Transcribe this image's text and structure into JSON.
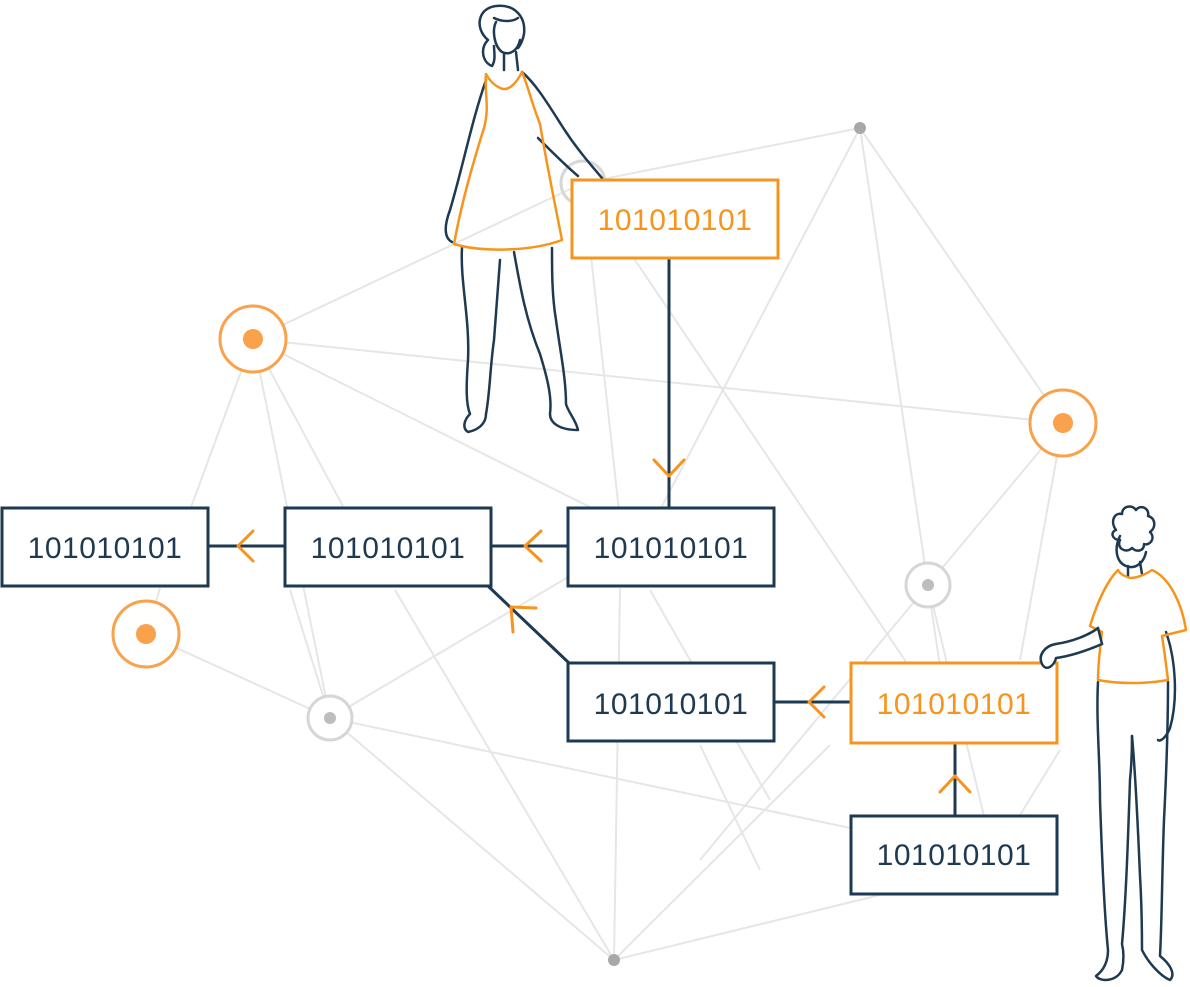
{
  "colors": {
    "primary": "#1e3a52",
    "accent": "#f7941d",
    "accent_fill": "#f9a24b",
    "network_line": "#e6e6e6",
    "network_node": "#a8a8a8",
    "background": "#ffffff"
  },
  "boxes": [
    {
      "id": "box-top",
      "label": "101010101",
      "highlighted": true
    },
    {
      "id": "box-far-left",
      "label": "101010101",
      "highlighted": false
    },
    {
      "id": "box-mid-left",
      "label": "101010101",
      "highlighted": false
    },
    {
      "id": "box-center",
      "label": "101010101",
      "highlighted": false
    },
    {
      "id": "box-lower-center",
      "label": "101010101",
      "highlighted": false
    },
    {
      "id": "box-lower-right",
      "label": "101010101",
      "highlighted": true
    },
    {
      "id": "box-bottom-right",
      "label": "101010101",
      "highlighted": false
    }
  ],
  "connections": [
    {
      "from": "box-top",
      "to": "box-center"
    },
    {
      "from": "box-center",
      "to": "box-mid-left"
    },
    {
      "from": "box-mid-left",
      "to": "box-far-left"
    },
    {
      "from": "box-lower-center",
      "to": "box-mid-left"
    },
    {
      "from": "box-lower-right",
      "to": "box-lower-center"
    },
    {
      "from": "box-bottom-right",
      "to": "box-lower-right"
    }
  ],
  "figures": [
    {
      "id": "woman-figure",
      "icon": "person-in-dress-icon"
    },
    {
      "id": "man-figure",
      "icon": "person-curly-hair-icon"
    }
  ]
}
